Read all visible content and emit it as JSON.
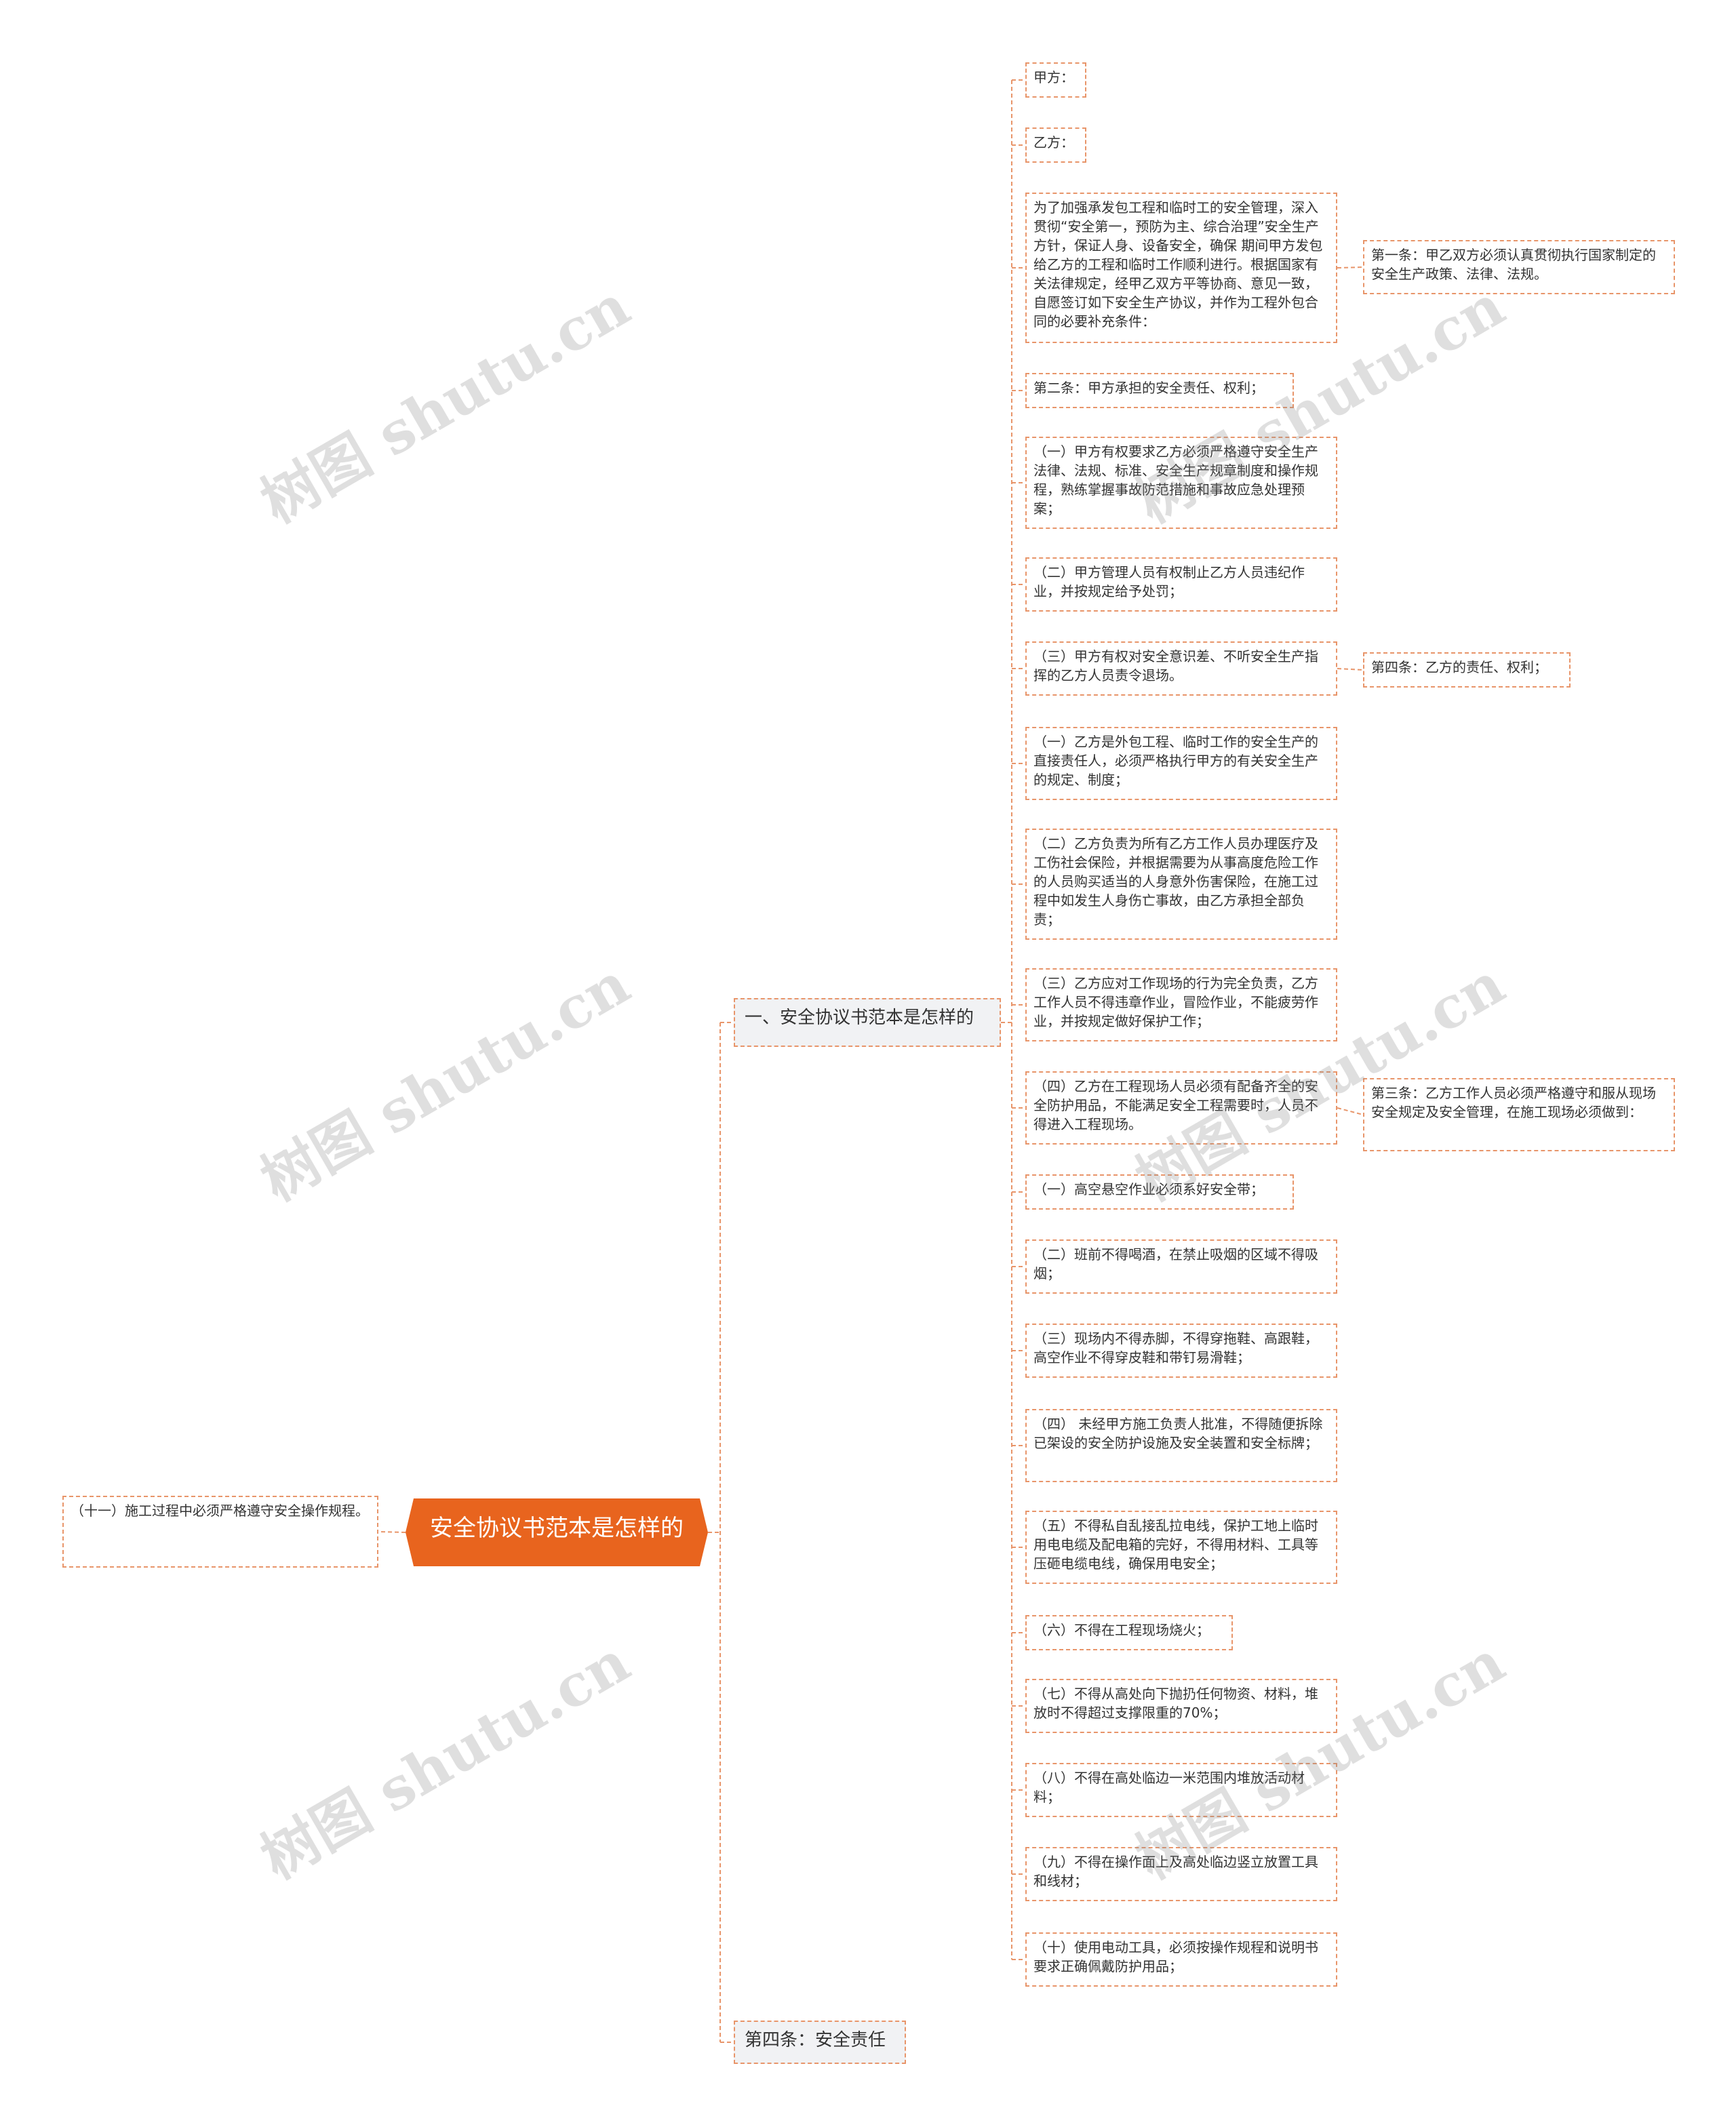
{
  "root": {
    "id": "root",
    "text": "安全协议书范本是怎样的"
  },
  "left": {
    "id": "left",
    "text": "（十一）施工过程中必须严格遵守安全操作规程。"
  },
  "branches": [
    {
      "id": "b1",
      "text": "一、安全协议书范本是怎样的"
    },
    {
      "id": "b2",
      "text": "第四条：安全责任"
    }
  ],
  "items": [
    {
      "id": "i01",
      "text": "甲方："
    },
    {
      "id": "i02",
      "text": "乙方："
    },
    {
      "id": "i03",
      "text": "为了加强承发包工程和临时工的安全管理，深入贯彻“安全第一，预防为主、综合治理”安全生产方针，保证人身、设备安全，确保 期间甲方发包给乙方的工程和临时工作顺利进行。根据国家有关法律规定，经甲乙双方平等协商、意见一致，自愿签订如下安全生产协议，并作为工程外包合同的必要补充条件："
    },
    {
      "id": "i04",
      "text": "第二条：甲方承担的安全责任、权利；"
    },
    {
      "id": "i05",
      "text": "（一）甲方有权要求乙方必须严格遵守安全生产法律、法规、标准、安全生产规章制度和操作规程，熟练掌握事故防范措施和事故应急处理预案；"
    },
    {
      "id": "i06",
      "text": "（二）甲方管理人员有权制止乙方人员违纪作业，并按规定给予处罚；"
    },
    {
      "id": "i07",
      "text": "（三）甲方有权对安全意识差、不听安全生产指挥的乙方人员责令退场。"
    },
    {
      "id": "i08",
      "text": "（一）乙方是外包工程、临时工作的安全生产的直接责任人，必须严格执行甲方的有关安全生产的规定、制度；"
    },
    {
      "id": "i09",
      "text": "（二）乙方负责为所有乙方工作人员办理医疗及工伤社会保险，并根据需要为从事高度危险工作的人员购买适当的人身意外伤害保险，在施工过程中如发生人身伤亡事故，由乙方承担全部负责；"
    },
    {
      "id": "i10",
      "text": "（三）乙方应对工作现场的行为完全负责，乙方工作人员不得违章作业，冒险作业，不能疲劳作业，并按规定做好保护工作；"
    },
    {
      "id": "i11",
      "text": "（四）乙方在工程现场人员必须有配备齐全的安全防护用品，不能满足安全工程需要时，人员不得进入工程现场。"
    },
    {
      "id": "i12",
      "text": "（一）高空悬空作业必须系好安全带；"
    },
    {
      "id": "i13",
      "text": "（二）班前不得喝酒，在禁止吸烟的区域不得吸烟；"
    },
    {
      "id": "i14",
      "text": "（三）现场内不得赤脚，不得穿拖鞋、高跟鞋，高空作业不得穿皮鞋和带钉易滑鞋；"
    },
    {
      "id": "i15",
      "text": "（四） 未经甲方施工负责人批准，不得随便拆除已架设的安全防护设施及安全装置和安全标牌；"
    },
    {
      "id": "i16",
      "text": "（五）不得私自乱接乱拉电线，保护工地上临时用电电缆及配电箱的完好，不得用材料、工具等压砸电缆电线，确保用电安全；"
    },
    {
      "id": "i17",
      "text": "（六）不得在工程现场烧火；"
    },
    {
      "id": "i18",
      "text": "（七）不得从高处向下抛扔任何物资、材料，堆放时不得超过支撑限重的70%；"
    },
    {
      "id": "i19",
      "text": "（八）不得在高处临边一米范围内堆放活动材料；"
    },
    {
      "id": "i20",
      "text": "（九）不得在操作面上及高处临边竖立放置工具和线材；"
    },
    {
      "id": "i21",
      "text": "（十）使用电动工具，必须按操作规程和说明书要求正确佩戴防护用品；"
    }
  ],
  "notes": [
    {
      "id": "n1",
      "text": "第一条：甲乙双方必须认真贯彻执行国家制定的安全生产政策、法律、法规。"
    },
    {
      "id": "n2",
      "text": "第四条：乙方的责任、权利；"
    },
    {
      "id": "n3",
      "text": "第三条：乙方工作人员必须严格遵守和服从现场安全规定及安全管理，在施工现场必须做到："
    }
  ],
  "watermark": "树图 shutu.cn",
  "colors": {
    "accent": "#e8641e",
    "dash": "#e8956a",
    "branch_bg": "#f1f2f4"
  }
}
